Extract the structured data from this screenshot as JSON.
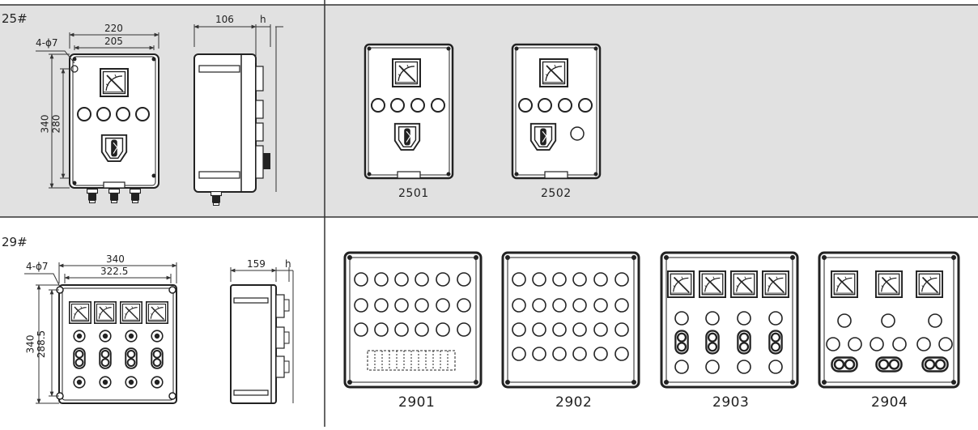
{
  "sections": {
    "s25": {
      "title": "25#"
    },
    "s29": {
      "title": "29#"
    }
  },
  "dims25": {
    "outer_width": "220",
    "inner_width": "205",
    "holes": "4-ϕ7",
    "outer_height": "340",
    "inner_height": "280",
    "depth": "106",
    "extra": "h"
  },
  "dims29": {
    "outer_width": "340",
    "inner_width": "322.5",
    "holes": "4-ϕ7",
    "outer_height": "340",
    "inner_height": "288.5",
    "depth": "159",
    "extra": "h"
  },
  "variants25": [
    {
      "code": "2501"
    },
    {
      "code": "2502"
    }
  ],
  "variants29": [
    {
      "code": "2901"
    },
    {
      "code": "2902"
    },
    {
      "code": "2903"
    },
    {
      "code": "2904"
    }
  ],
  "colors": {
    "band": "#e1e1e1",
    "line": "#333333",
    "background": "#ffffff"
  }
}
